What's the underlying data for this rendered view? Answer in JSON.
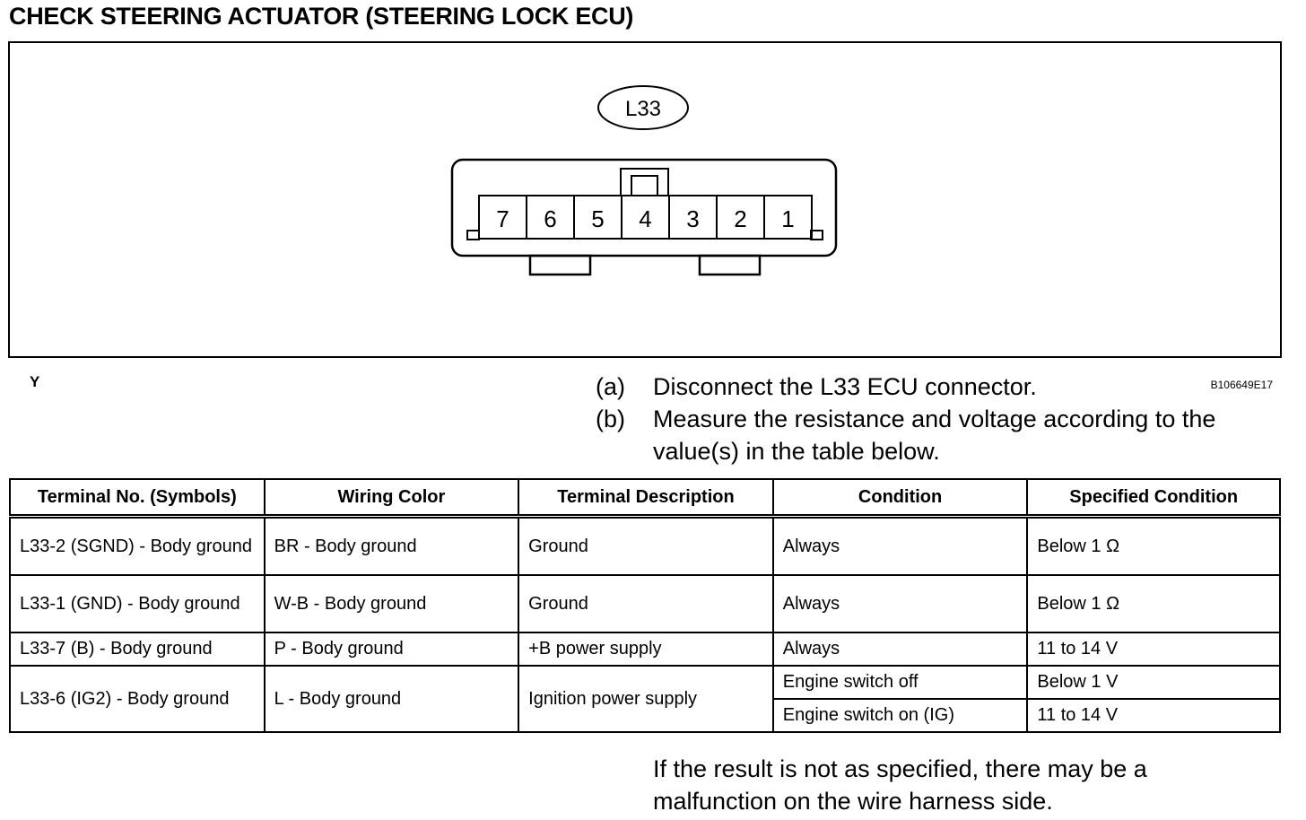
{
  "heading": "CHECK STEERING ACTUATOR (STEERING LOCK ECU)",
  "figure": {
    "connector_label": "L33",
    "pins": [
      "7",
      "6",
      "5",
      "4",
      "3",
      "2",
      "1"
    ],
    "corner_letter": "Y",
    "figure_code": "B106649E17"
  },
  "steps": [
    {
      "label": "(a)",
      "text": "Disconnect the L33 ECU connector."
    },
    {
      "label": "(b)",
      "text": "Measure the resistance and voltage according to the value(s) in the table below."
    }
  ],
  "table": {
    "headers": [
      "Terminal No. (Symbols)",
      "Wiring Color",
      "Terminal Description",
      "Condition",
      "Specified Condition"
    ],
    "rows": [
      {
        "terminal": "L33-2 (SGND) - Body ground",
        "wiring": "BR - Body ground",
        "description": "Ground",
        "conditions": [
          {
            "condition": "Always",
            "specified": "Below 1 Ω"
          }
        ]
      },
      {
        "terminal": "L33-1 (GND) - Body ground",
        "wiring": "W-B - Body ground",
        "description": "Ground",
        "conditions": [
          {
            "condition": "Always",
            "specified": "Below 1 Ω"
          }
        ]
      },
      {
        "terminal": "L33-7 (B) - Body ground",
        "wiring": "P - Body ground",
        "description": "+B power supply",
        "conditions": [
          {
            "condition": "Always",
            "specified": "11 to 14 V"
          }
        ]
      },
      {
        "terminal": "L33-6 (IG2) - Body ground",
        "wiring": "L - Body ground",
        "description": "Ignition power supply",
        "conditions": [
          {
            "condition": "Engine switch off",
            "specified": "Below 1 V"
          },
          {
            "condition": "Engine switch on (IG)",
            "specified": "11 to 14 V"
          }
        ]
      }
    ]
  },
  "note": "If the result is not as specified, there may be a malfunction on the wire harness side."
}
